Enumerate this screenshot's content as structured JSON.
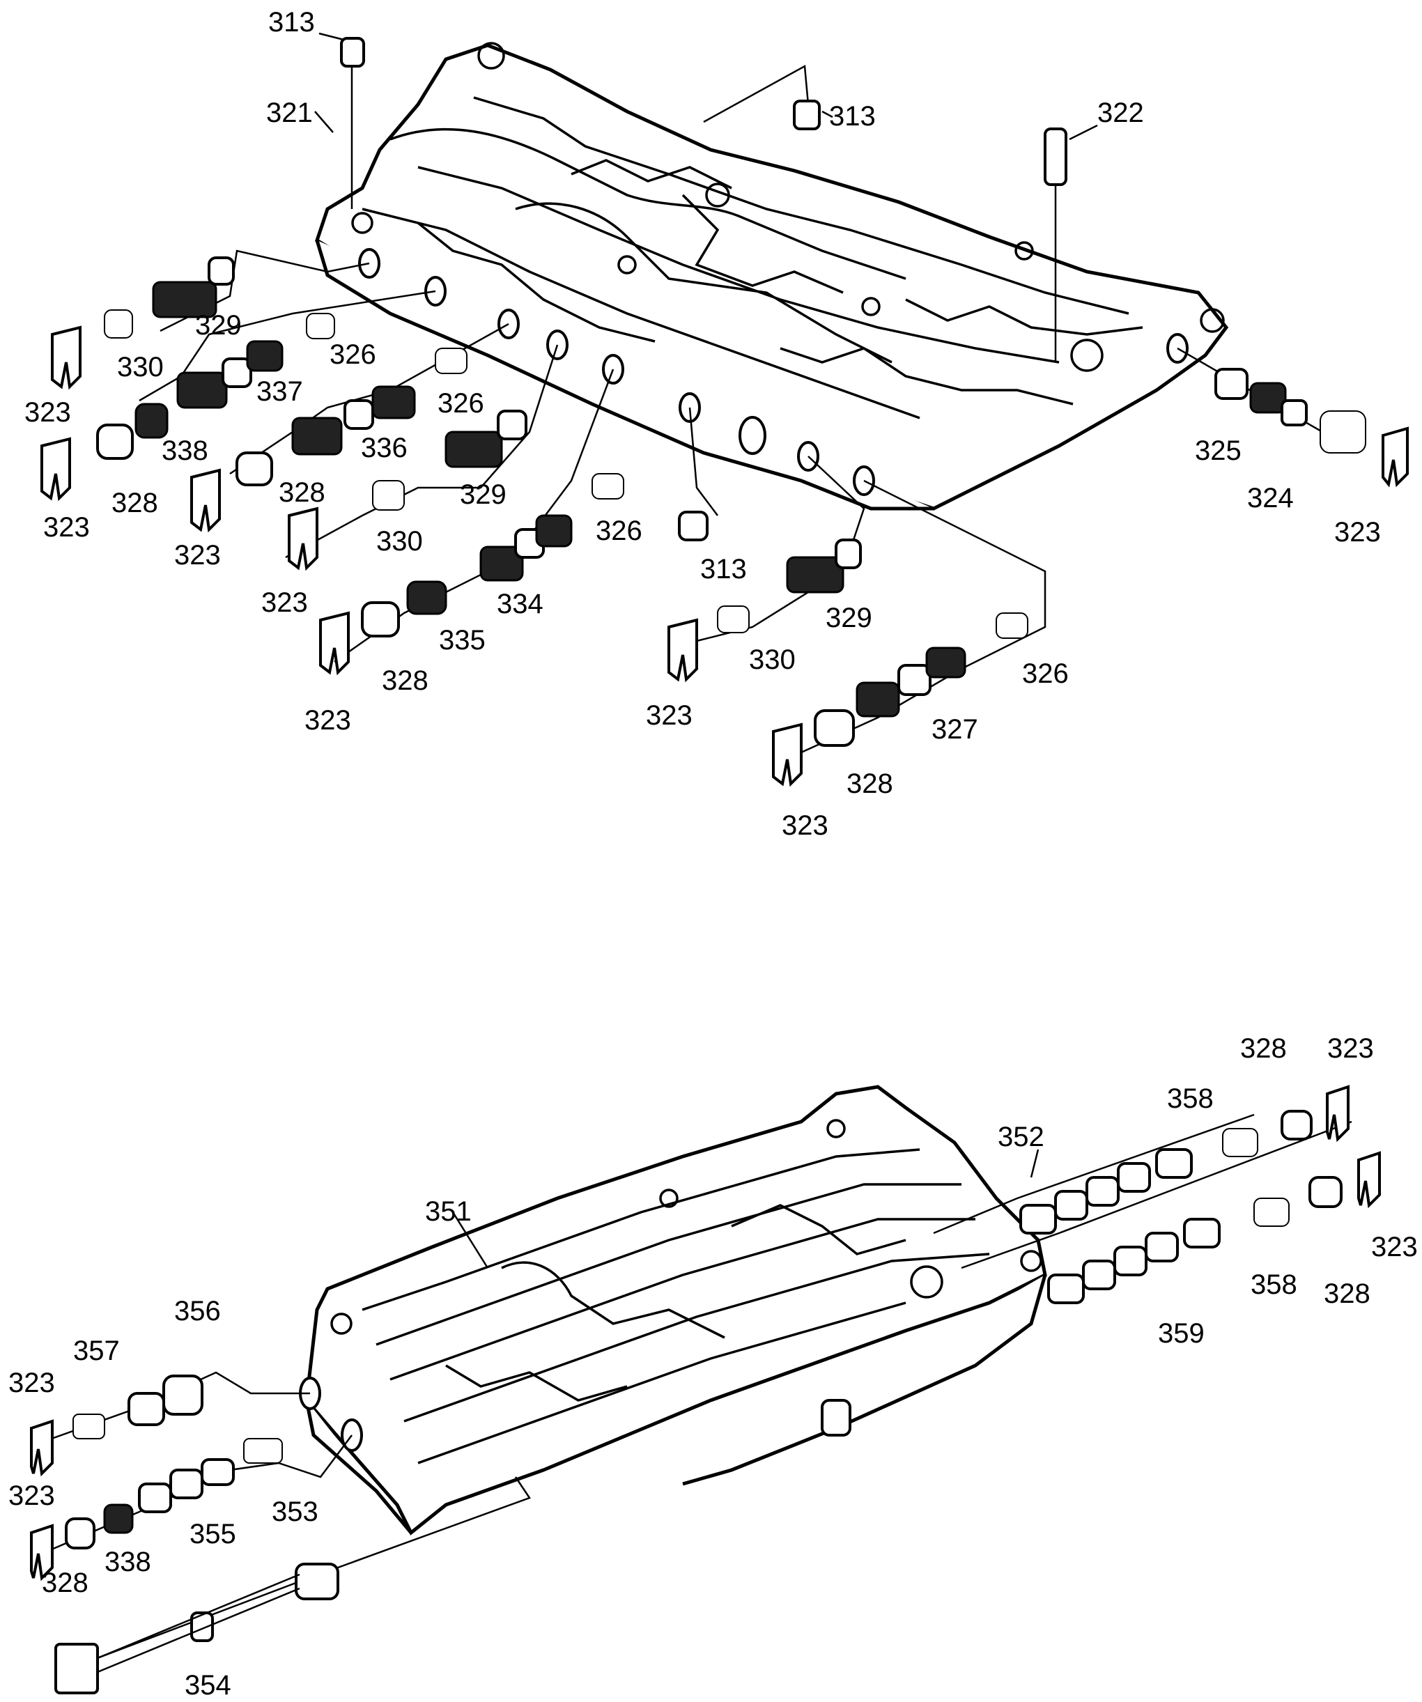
{
  "callouts": [
    "313",
    "321",
    "313",
    "322",
    "329",
    "330",
    "326",
    "337",
    "323",
    "338",
    "326",
    "336",
    "323",
    "328",
    "329",
    "328",
    "323",
    "330",
    "323",
    "326",
    "334",
    "335",
    "323",
    "328",
    "313",
    "329",
    "330",
    "323",
    "326",
    "327",
    "328",
    "323",
    "325",
    "324",
    "323",
    "328",
    "323",
    "358",
    "352",
    "351",
    "323",
    "358",
    "328",
    "359",
    "356",
    "323",
    "357",
    "323",
    "353",
    "355",
    "338",
    "328",
    "354"
  ]
}
